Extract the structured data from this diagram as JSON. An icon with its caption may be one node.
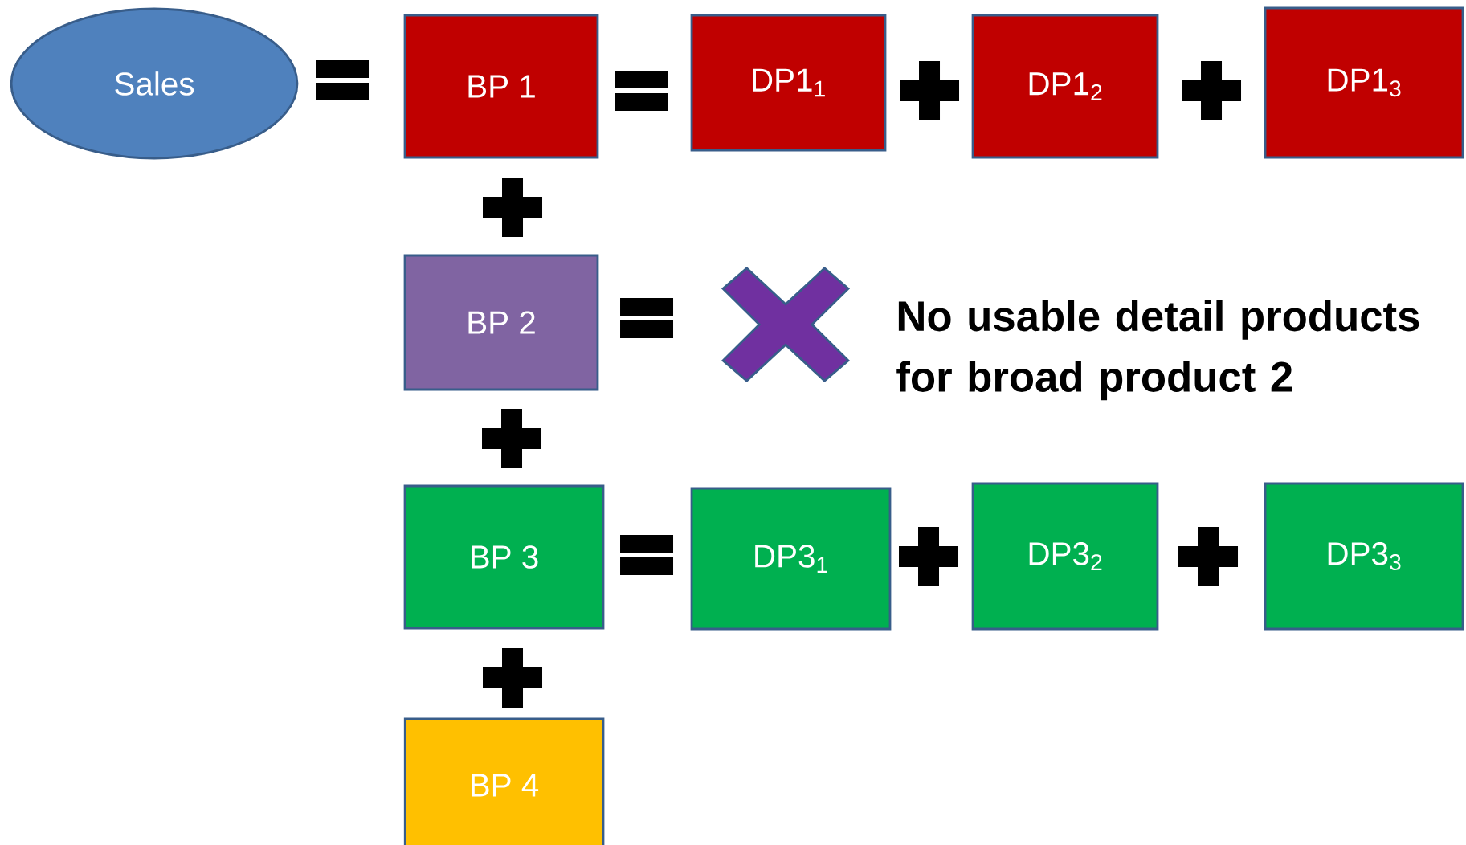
{
  "diagram": {
    "nodes": [
      {
        "text": [
          "Sales"
        ]
      },
      {
        "text": [],
        "shape": "equals"
      },
      {
        "text": [
          "BP 1"
        ]
      },
      {
        "text": [],
        "shape": "equals"
      },
      {
        "text": [
          "DP1$_{1}$"
        ]
      },
      {
        "text": [],
        "shape": "plus"
      },
      {
        "text": [
          "DP1$_{2}$"
        ]
      },
      {
        "text": [],
        "shape": "plus"
      },
      {
        "text": [
          "DP1$_{3}$"
        ]
      },
      {
        "text": [],
        "shape": "plus"
      },
      {
        "text": [
          "BP 2"
        ]
      },
      {
        "text": [],
        "shape": "equals"
      },
      {
        "text": [],
        "shape": "cross",
        "beside": [
          "No usable detail products for broad product 2"
        ]
      },
      {
        "text": [],
        "shape": "plus"
      },
      {
        "text": [
          "BP 3"
        ]
      },
      {
        "text": [],
        "shape": "equals"
      },
      {
        "text": [
          "DP3$_{1}$"
        ]
      },
      {
        "text": [],
        "shape": "plus"
      },
      {
        "text": [
          "DP3$_{2}$"
        ]
      },
      {
        "text": [],
        "shape": "plus"
      },
      {
        "text": [
          "DP3$_{3}$"
        ]
      },
      {
        "text": [],
        "shape": "plus"
      },
      {
        "text": [
          "BP 4"
        ]
      }
    ]
  }
}
